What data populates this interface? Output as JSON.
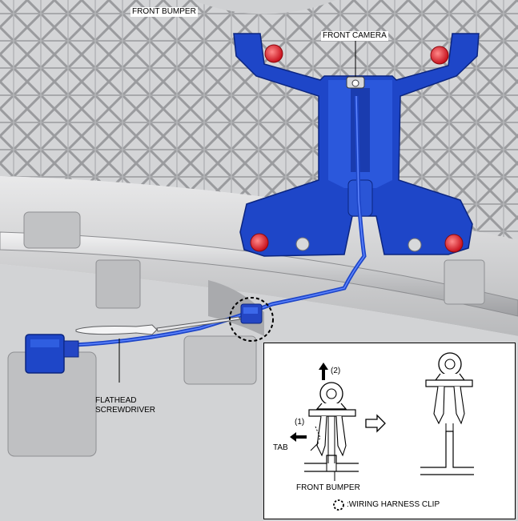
{
  "labels": {
    "front_bumper_top": "FRONT BUMPER",
    "front_camera": "FRONT CAMERA",
    "flathead_line1": "FLATHEAD",
    "flathead_line2": "SCREWDRIVER"
  },
  "inset": {
    "step1": "(1)",
    "step2": "(2)",
    "tab": "TAB",
    "front_bumper": "FRONT BUMPER",
    "legend": ":WIRING HARNESS CLIP"
  },
  "colors": {
    "part_blue": "#1e46c8",
    "bolt_red": "#e0202a",
    "grille_gray": "#c9cacc"
  }
}
